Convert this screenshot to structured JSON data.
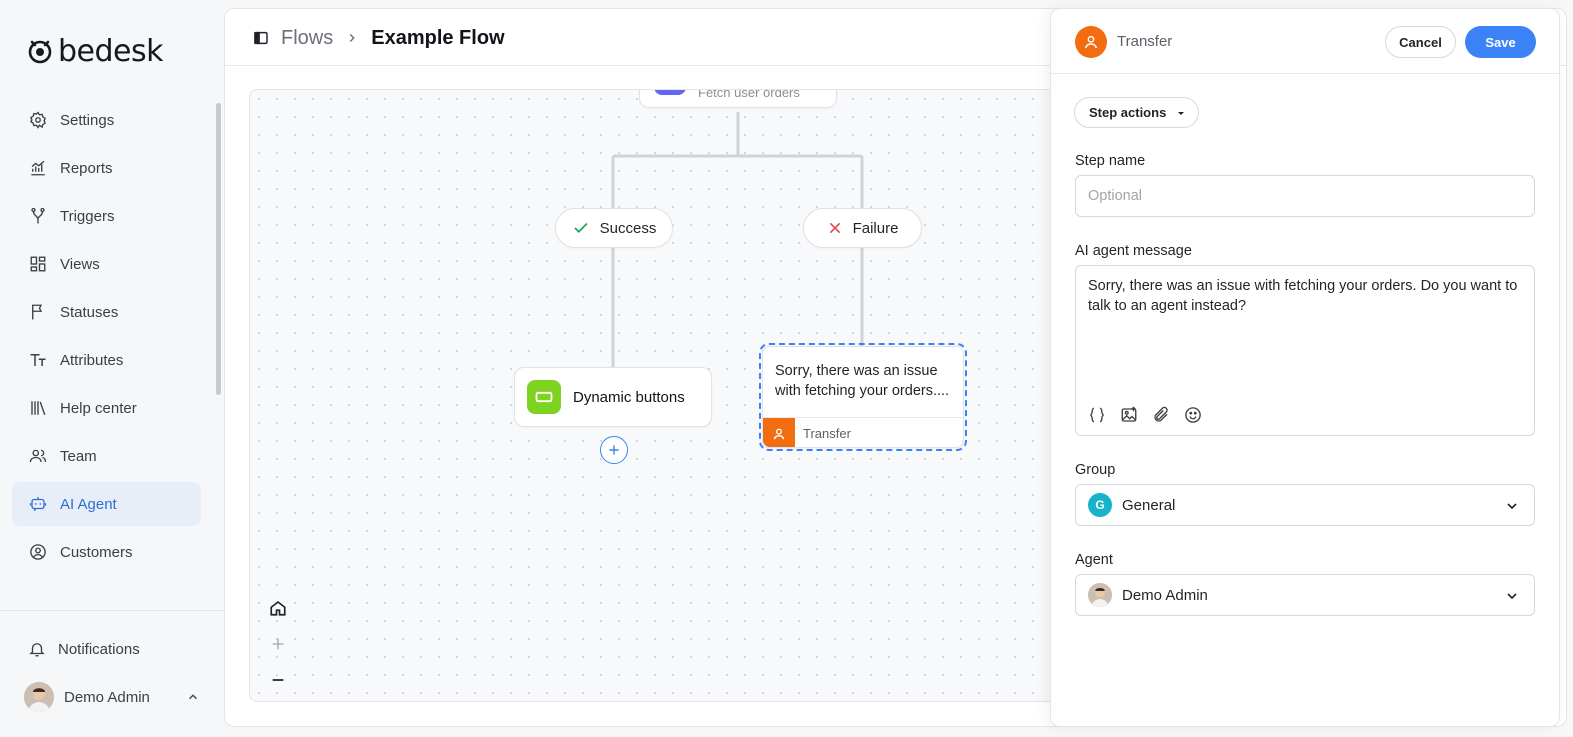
{
  "app": {
    "logo_text": "bedesk"
  },
  "sidebar": {
    "items": [
      {
        "label": "Settings",
        "icon": "gear-icon"
      },
      {
        "label": "Reports",
        "icon": "chart-icon"
      },
      {
        "label": "Triggers",
        "icon": "branch-icon"
      },
      {
        "label": "Views",
        "icon": "grid-icon"
      },
      {
        "label": "Statuses",
        "icon": "flag-icon"
      },
      {
        "label": "Attributes",
        "icon": "text-size-icon"
      },
      {
        "label": "Help center",
        "icon": "library-icon"
      },
      {
        "label": "Team",
        "icon": "users-icon"
      },
      {
        "label": "AI Agent",
        "icon": "bot-icon",
        "active": true
      },
      {
        "label": "Customers",
        "icon": "user-circle-icon"
      }
    ],
    "notifications_label": "Notifications",
    "user_name": "Demo Admin"
  },
  "header": {
    "breadcrumb_parent": "Flows",
    "breadcrumb_current": "Example Flow"
  },
  "canvas": {
    "top_node_label": "Fetch user orders",
    "success_label": "Success",
    "failure_label": "Failure",
    "dynamic_buttons_label": "Dynamic buttons",
    "message_node_text": "Sorry, there was an issue with fetching your orders....",
    "message_node_footer": "Transfer"
  },
  "panel": {
    "title": "Transfer",
    "cancel_label": "Cancel",
    "save_label": "Save",
    "step_actions_label": "Step actions",
    "step_name_label": "Step name",
    "step_name_placeholder": "Optional",
    "ai_message_label": "AI agent message",
    "ai_message_value": "Sorry, there was an issue with fetching your orders. Do you want to talk to an agent instead?",
    "group_label": "Group",
    "group_badge": "G",
    "group_value": "General",
    "agent_label": "Agent",
    "agent_value": "Demo Admin"
  },
  "colors": {
    "accent": "#3b82f6",
    "transfer_orange": "#f26d0f",
    "dynamic_green": "#7ed321",
    "success_green": "#22a559",
    "failure_red": "#e5484d"
  }
}
